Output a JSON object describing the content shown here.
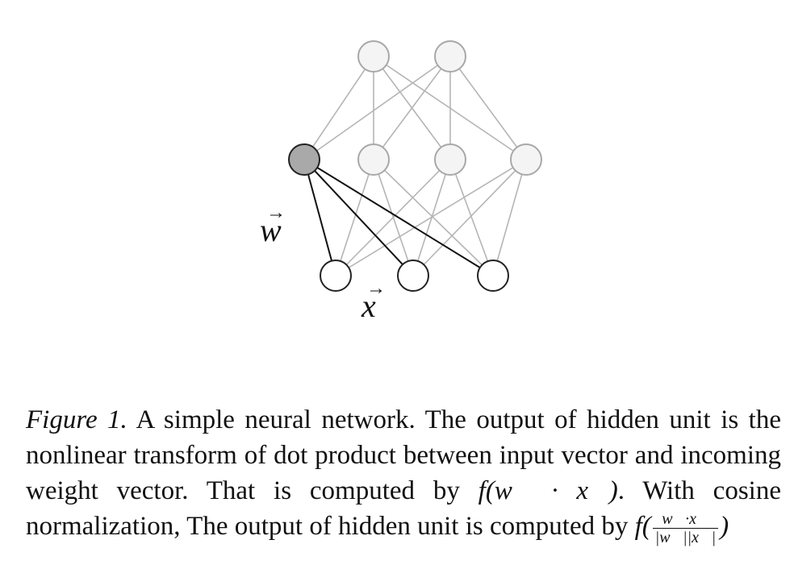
{
  "diagram": {
    "weight_label": "w",
    "input_label": "x",
    "arrow_glyph": "→",
    "colors": {
      "edge_gray": "#b5b5b5",
      "edge_dark": "#111111",
      "node_fill": "#f4f4f4",
      "node_stroke_light": "#a8a8a8",
      "highlight_fill": "#a9a9a9",
      "input_stroke": "#222222"
    }
  },
  "caption": {
    "label": "Figure 1.",
    "text_1": " A simple neural network. The output of hidden unit is the nonlinear transform of dot product between input vector and incoming weight vector. That is computed by ",
    "formula_dot": "f(w⃗ · x⃗)",
    "text_2": ". With cosine normalization, The output of hidden unit is computed by ",
    "formula_f_open": "f(",
    "frac_num": "w⃗·x⃗",
    "frac_den": "|w⃗||x⃗|",
    "formula_close": ")"
  }
}
